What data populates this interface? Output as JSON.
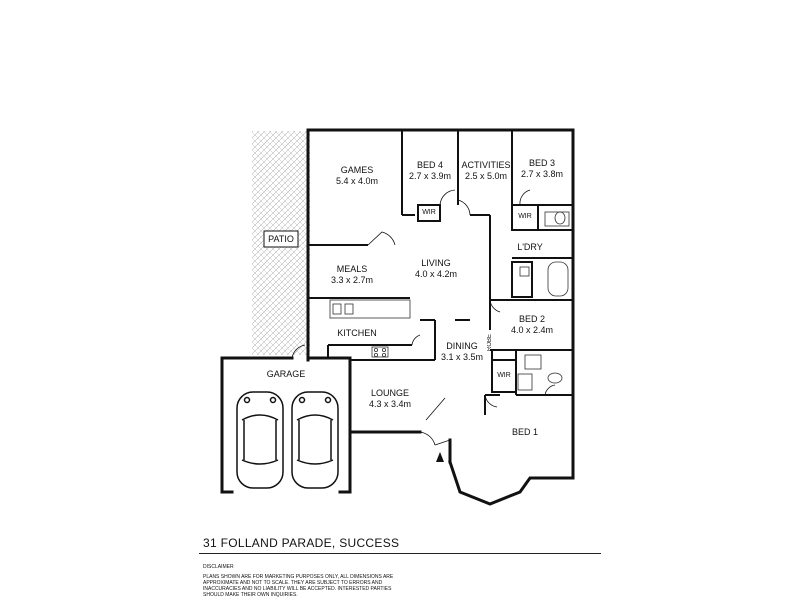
{
  "rooms": {
    "games": {
      "name": "GAMES",
      "size": "5.4 x 4.0m"
    },
    "bed4": {
      "name": "BED 4",
      "size": "2.7 x 3.9m"
    },
    "activities": {
      "name": "ACTIVITIES",
      "size": "2.5 x 5.0m"
    },
    "bed3": {
      "name": "BED 3",
      "size": "2.7 x 3.8m"
    },
    "patio": {
      "name": "PATIO"
    },
    "meals": {
      "name": "MEALS",
      "size": "3.3 x 2.7m"
    },
    "living": {
      "name": "LIVING",
      "size": "4.0 x 4.2m"
    },
    "laundry": {
      "name": "L'DRY"
    },
    "bed2": {
      "name": "BED 2",
      "size": "4.0 x 2.4m"
    },
    "kitchen": {
      "name": "KITCHEN"
    },
    "dining": {
      "name": "DINING",
      "size": "3.1 x 3.5m"
    },
    "garage": {
      "name": "GARAGE"
    },
    "lounge": {
      "name": "LOUNGE",
      "size": "4.3 x 3.4m"
    },
    "bed1": {
      "name": "BED 1"
    }
  },
  "small_labels": {
    "wir_bed4": "WIR",
    "wir_bed3": "WIR",
    "wir_bed1": "WIR",
    "robe": "ROBE"
  },
  "footer": {
    "address": "31 FOLLAND PARADE, SUCCESS",
    "disclaimer_title": "DISCLAIMER",
    "disclaimer_text": "PLANS SHOWN ARE FOR MARKETING PURPOSES ONLY, ALL DIMENSIONS ARE APPROXIMATE AND NOT TO SCALE. THEY ARE SUBJECT TO ERRORS AND INACCURACIES AND NO LIABILITY WILL BE ACCEPTED. INTERESTED PARTIES SHOULD MAKE THEIR OWN INQUIRIES."
  },
  "colors": {
    "wall": "#111111",
    "hatch": "#9a9a9a",
    "fixture": "#333333"
  }
}
